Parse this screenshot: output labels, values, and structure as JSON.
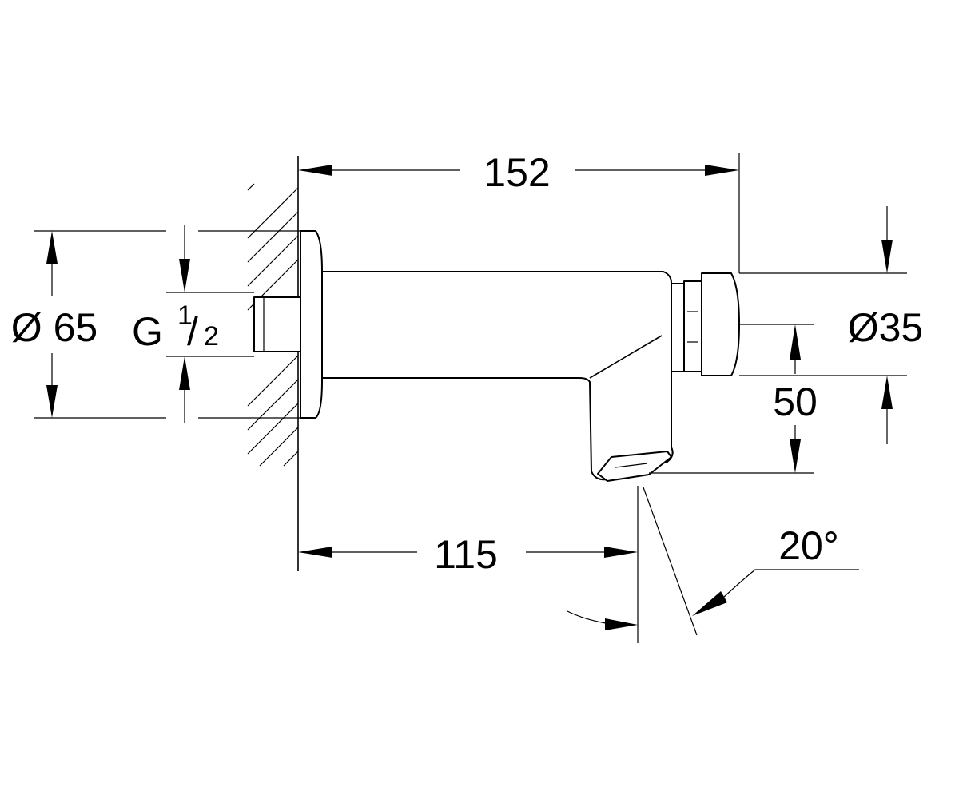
{
  "dimensions": {
    "overall_length": "152",
    "spout_length": "115",
    "flange_diameter": "Ø 65",
    "outlet_diameter": "Ø35",
    "outlet_height": "50",
    "spray_angle": "20°",
    "thread": {
      "prefix": "G",
      "numerator": "1",
      "slash": "/",
      "denominator": "2"
    }
  }
}
